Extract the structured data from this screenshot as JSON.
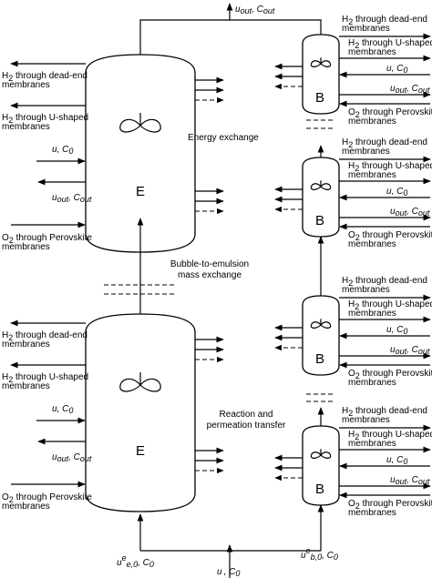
{
  "vessel_large": "E",
  "vessel_small": "B",
  "membranes": {
    "h2_dead_end": [
      "H",
      "2",
      " through dead-end",
      "membranes"
    ],
    "h2_u_shaped": [
      "H",
      "2",
      " through U-shaped",
      "membranes"
    ],
    "o2_perovskite": [
      "O",
      "2",
      " through Perovskite",
      "membranes"
    ]
  },
  "streams": {
    "u": "u",
    "c": "C",
    "sub0": "0",
    "out": "out",
    "sep": ", ",
    "e_superscript": "e",
    "e_sub": "e,0",
    "b_sub": "b,0"
  },
  "center_labels": {
    "energy": "Energy exchange",
    "bubble": [
      "Bubble-to-emulsion",
      "mass exchange"
    ],
    "reaction": [
      "Reaction and",
      "permeation transfer"
    ]
  },
  "icons": [
    "impeller-icon",
    "arrow-icon"
  ]
}
